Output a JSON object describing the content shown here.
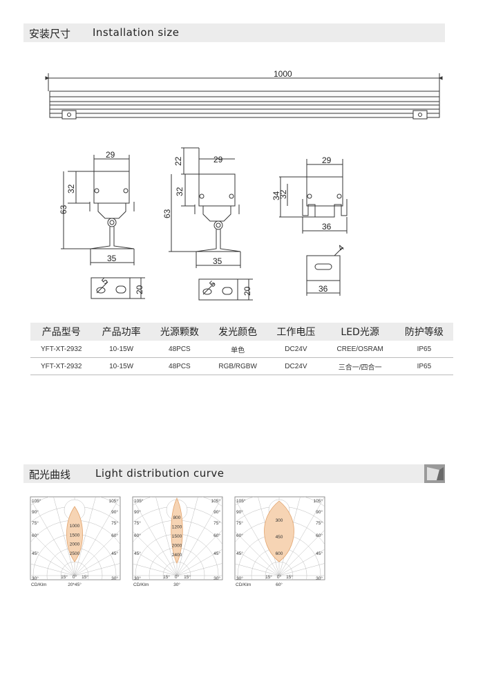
{
  "install": {
    "title_cn": "安装尺寸",
    "title_en": "Installation size"
  },
  "dims": {
    "length": "1000",
    "front_w": "29",
    "front_h": "32",
    "front_total": "63",
    "front_base": "35",
    "mid_angle": "22",
    "mid_w": "29",
    "mid_h": "32",
    "mid_total": "63",
    "mid_base": "35",
    "right_w": "29",
    "right_h1": "34",
    "right_h2": "32",
    "right_base": "36",
    "clip_w": "36",
    "clip_t": "4",
    "slot_d": "5",
    "slot_h": "20"
  },
  "spec": {
    "headers": [
      "产品型号",
      "产品功率",
      "光源颗数",
      "发光颜色",
      "工作电压",
      "LED光源",
      "防护等级"
    ],
    "rows": [
      [
        "YFT-XT-2932",
        "10-15W",
        "48PCS",
        "单色",
        "DC24V",
        "CREE/OSRAM",
        "IP65"
      ],
      [
        "YFT-XT-2932",
        "10-15W",
        "48PCS",
        "RGB/RGBW",
        "DC24V",
        "三合一/四合一",
        "IP65"
      ]
    ]
  },
  "light": {
    "title_cn": "配光曲线",
    "title_en": "Light distribution curve"
  },
  "polar": [
    {
      "angles": [
        "105°",
        "90°",
        "75°",
        "60°",
        "45°",
        "30°",
        "15°",
        "0°",
        "15°",
        "30°"
      ],
      "left_angles": [
        "105°",
        "90°",
        "75°",
        "60°",
        "45°",
        "30°"
      ],
      "rings": [
        "1000",
        "1500",
        "2000",
        "2500"
      ],
      "unit": "CD/Klm",
      "beam": "20*45°"
    },
    {
      "angles": [
        "105°",
        "90°",
        "75°",
        "60°",
        "45°",
        "30°",
        "15°",
        "0°",
        "15°",
        "30°"
      ],
      "left_angles": [
        "105°",
        "90°",
        "75°",
        "60°",
        "45°",
        "30°"
      ],
      "rings": [
        "800",
        "1200",
        "1500",
        "2000",
        "2400"
      ],
      "unit": "CD/Klm",
      "beam": "30°"
    },
    {
      "angles": [
        "105°",
        "90°",
        "75°",
        "60°",
        "45°",
        "30°",
        "15°",
        "0°",
        "15°",
        "30°"
      ],
      "left_angles": [
        "105°",
        "90°",
        "75°",
        "60°",
        "45°",
        "30°"
      ],
      "rings": [
        "300",
        "450",
        "600"
      ],
      "unit": "CD/Klm",
      "beam": "60°"
    }
  ]
}
